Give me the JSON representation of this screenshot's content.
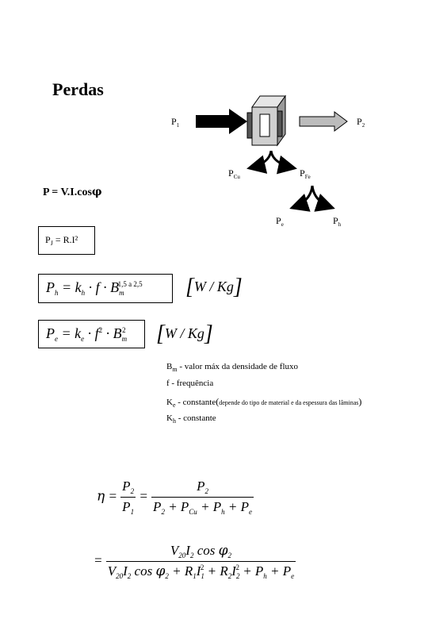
{
  "heading": "Perdas",
  "power_main": "P = V.I.cos",
  "power_phi": "φ",
  "joule": "P = R.I²",
  "unit_main": "W / Kg",
  "legend_sym": {
    "b": "B",
    "b_sub": "m",
    "f": "f",
    "ke": "K",
    "ke_sub": "e",
    "kh": "K",
    "kh_sub": "h"
  },
  "legend": {
    "bm": " - valor máx da densidade de fluxo",
    "f": " - frequência",
    "ke": " - constante",
    "ke_detail": "depende do tipo de material e da espessura das lâminas",
    "kh": " - constante"
  },
  "hyst_exp": "1,5  a  2,5"
}
